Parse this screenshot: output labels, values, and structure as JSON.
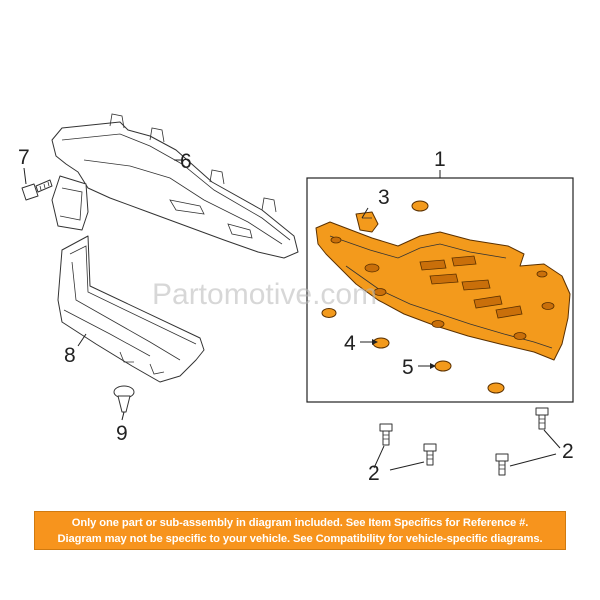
{
  "callouts": {
    "c1": "1",
    "c2a": "2",
    "c2b": "2",
    "c3": "3",
    "c4": "4",
    "c5": "5",
    "c6": "6",
    "c7": "7",
    "c8": "8",
    "c9": "9"
  },
  "watermark": "Partomotive.com",
  "banner": {
    "line1": "Only one part or sub-assembly in diagram included. See Item Specifics for Reference #.",
    "line2": "Diagram may not be specific to your vehicle. See Compatibility for vehicle-specific diagrams."
  },
  "colors": {
    "highlight": "#f39a1c",
    "banner": "#f7941d",
    "banner_text": "#ffffff"
  }
}
